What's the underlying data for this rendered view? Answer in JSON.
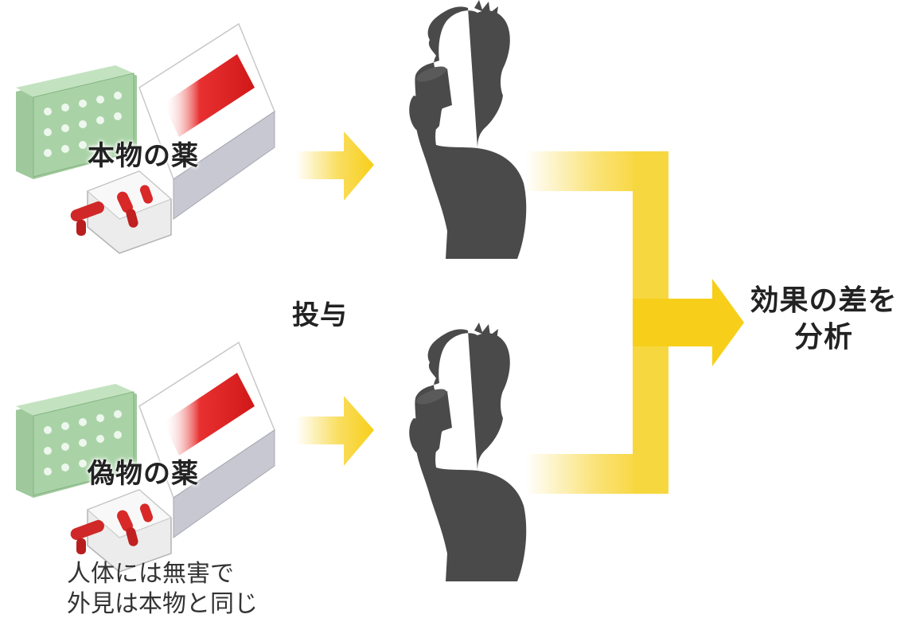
{
  "real_drug": {
    "label": "本物の薬",
    "icon": "medicine-package-icon"
  },
  "fake_drug": {
    "label": "偽物の薬",
    "icon": "medicine-package-icon",
    "note_line1": "人体には無害で",
    "note_line2": "外見は本物と同じ"
  },
  "administer": {
    "label": "投与",
    "icon": "arrow-right-icon"
  },
  "subjects": [
    {
      "icon": "person-drinking-icon"
    },
    {
      "icon": "person-drinking-icon"
    }
  ],
  "result": {
    "line1": "効果の差を",
    "line2": "分析",
    "icon": "merge-arrow-icon"
  },
  "colors": {
    "arrow": "#f7cf1a",
    "silhouette": "#4a4a4a",
    "blister": "#a9d3a6",
    "box_stripe": "#e02020"
  }
}
